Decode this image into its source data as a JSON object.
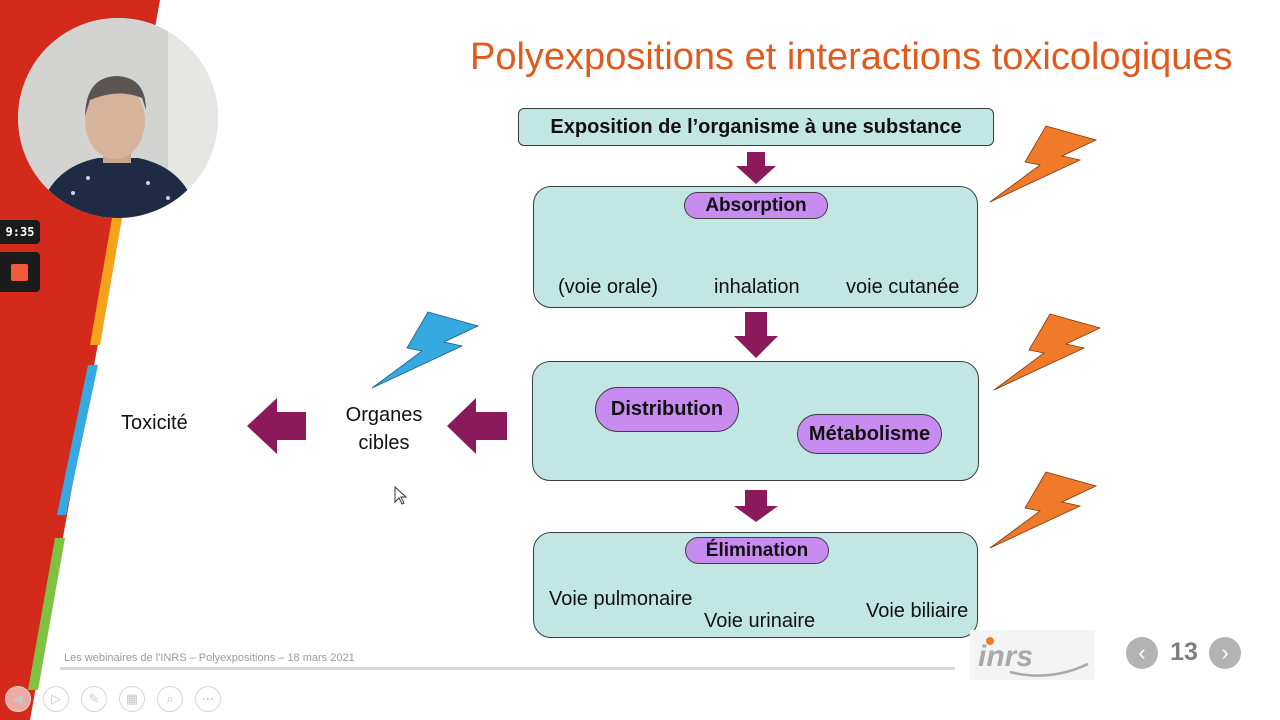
{
  "slide": {
    "title": "Polyexpositions et interactions toxicologiques",
    "footer": "Les webinaires de l'INRS – Polyexpositions – 18 mars 2021",
    "page_number": "13"
  },
  "diagram": {
    "exposure_header": "Exposition de l’organisme à une substance",
    "absorption": {
      "title": "Absorption",
      "routes": [
        "(voie orale)",
        "inhalation",
        "voie cutanée"
      ]
    },
    "distribution": "Distribution",
    "metabolism": "Métabolisme",
    "elimination": {
      "title": "Élimination",
      "routes": [
        "Voie pulmonaire",
        "Voie urinaire",
        "Voie biliaire"
      ]
    },
    "target_organs": "Organes cibles",
    "toxicity": "Toxicité"
  },
  "recorder": {
    "timer": "9:35"
  },
  "logo": {
    "text": "inrs"
  },
  "colors": {
    "title": "#e05a1e",
    "box_fill": "#c2e6e3",
    "pill_fill": "#c88cf0",
    "flow_arrow": "#8b1a5c",
    "lightning_orange": "#f07a2a",
    "lightning_blue": "#36a9e1",
    "band_red": "#d42a1c"
  },
  "icons": {
    "toolbar": [
      "previous-icon",
      "play-icon",
      "pen-icon",
      "slides-icon",
      "zoom-icon",
      "more-icon"
    ],
    "nav": [
      "chevron-left-icon",
      "chevron-right-icon"
    ]
  }
}
